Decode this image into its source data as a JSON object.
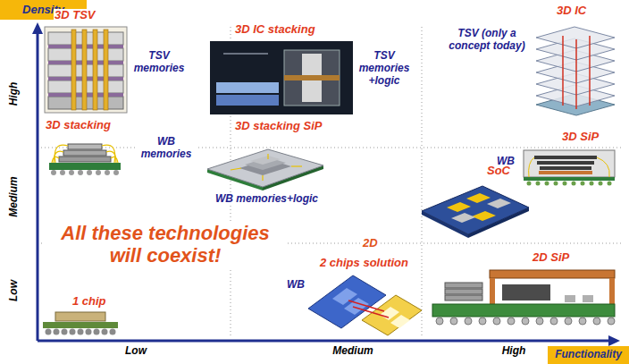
{
  "diagram": {
    "nodes": [
      {
        "text": [
          "Density"
        ]
      },
      {
        "text": [
          "Functionality"
        ]
      }
    ],
    "labels": [
      "3D TSV",
      "TSV memories",
      "3D IC stacking",
      "TSV memories +logic",
      "3D IC",
      "TSV (only a concept today)",
      "3D stacking",
      "WB memories",
      "3D stacking SiP",
      "WB memories+logic",
      "3D SiP",
      "WB",
      "SoC",
      "All these technologies will coexist!",
      "2D",
      "2 chips solution",
      "WB",
      "2D SiP",
      "1 chip",
      "High",
      "Medium",
      "Low",
      "Low",
      "Medium",
      "High"
    ]
  }
}
